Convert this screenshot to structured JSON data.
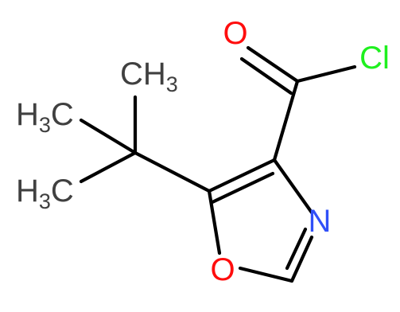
{
  "molecule": {
    "atoms": {
      "oxygen_carbonyl": "O",
      "chlorine": "Cl",
      "nitrogen": "N",
      "oxygen_ring": "O",
      "methyl_top": {
        "main": "CH",
        "sub": "3"
      },
      "methyl_left_upper": {
        "h": "H",
        "sub": "3",
        "c": "C"
      },
      "methyl_left_lower": {
        "h": "H",
        "sub": "3",
        "c": "C"
      }
    },
    "colors": {
      "bond": "#000000",
      "carbon_hydrogen": "#404040",
      "oxygen": "#ff0d0d",
      "nitrogen": "#3050f8",
      "chlorine": "#1ff01f"
    }
  }
}
